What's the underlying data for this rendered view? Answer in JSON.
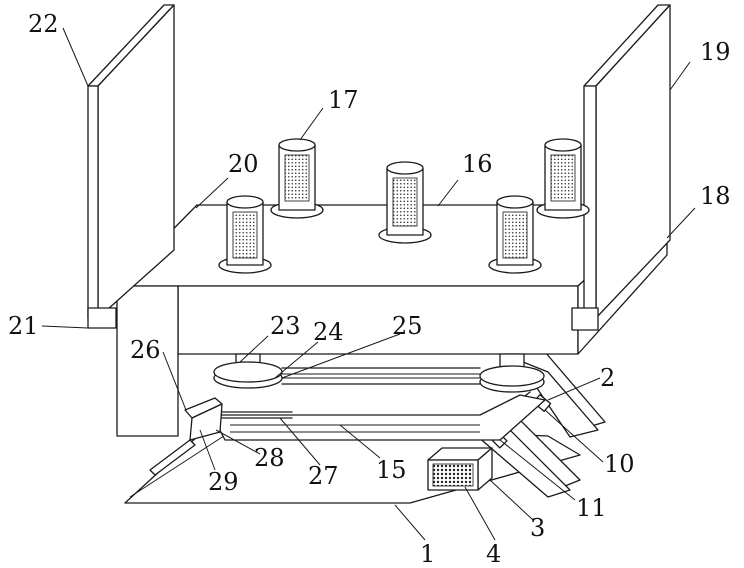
{
  "figure": {
    "labels": [
      {
        "id": "l22",
        "text": "22"
      },
      {
        "id": "l17",
        "text": "17"
      },
      {
        "id": "l19",
        "text": "19"
      },
      {
        "id": "l20",
        "text": "20"
      },
      {
        "id": "l16",
        "text": "16"
      },
      {
        "id": "l18",
        "text": "18"
      },
      {
        "id": "l21",
        "text": "21"
      },
      {
        "id": "l23",
        "text": "23"
      },
      {
        "id": "l24",
        "text": "24"
      },
      {
        "id": "l25",
        "text": "25"
      },
      {
        "id": "l26",
        "text": "26"
      },
      {
        "id": "l2",
        "text": "2"
      },
      {
        "id": "l10",
        "text": "10"
      },
      {
        "id": "l28",
        "text": "28"
      },
      {
        "id": "l27",
        "text": "27"
      },
      {
        "id": "l15",
        "text": "15"
      },
      {
        "id": "l29",
        "text": "29"
      },
      {
        "id": "l11",
        "text": "11"
      },
      {
        "id": "l3",
        "text": "3"
      },
      {
        "id": "l1",
        "text": "1"
      },
      {
        "id": "l4",
        "text": "4"
      }
    ]
  }
}
